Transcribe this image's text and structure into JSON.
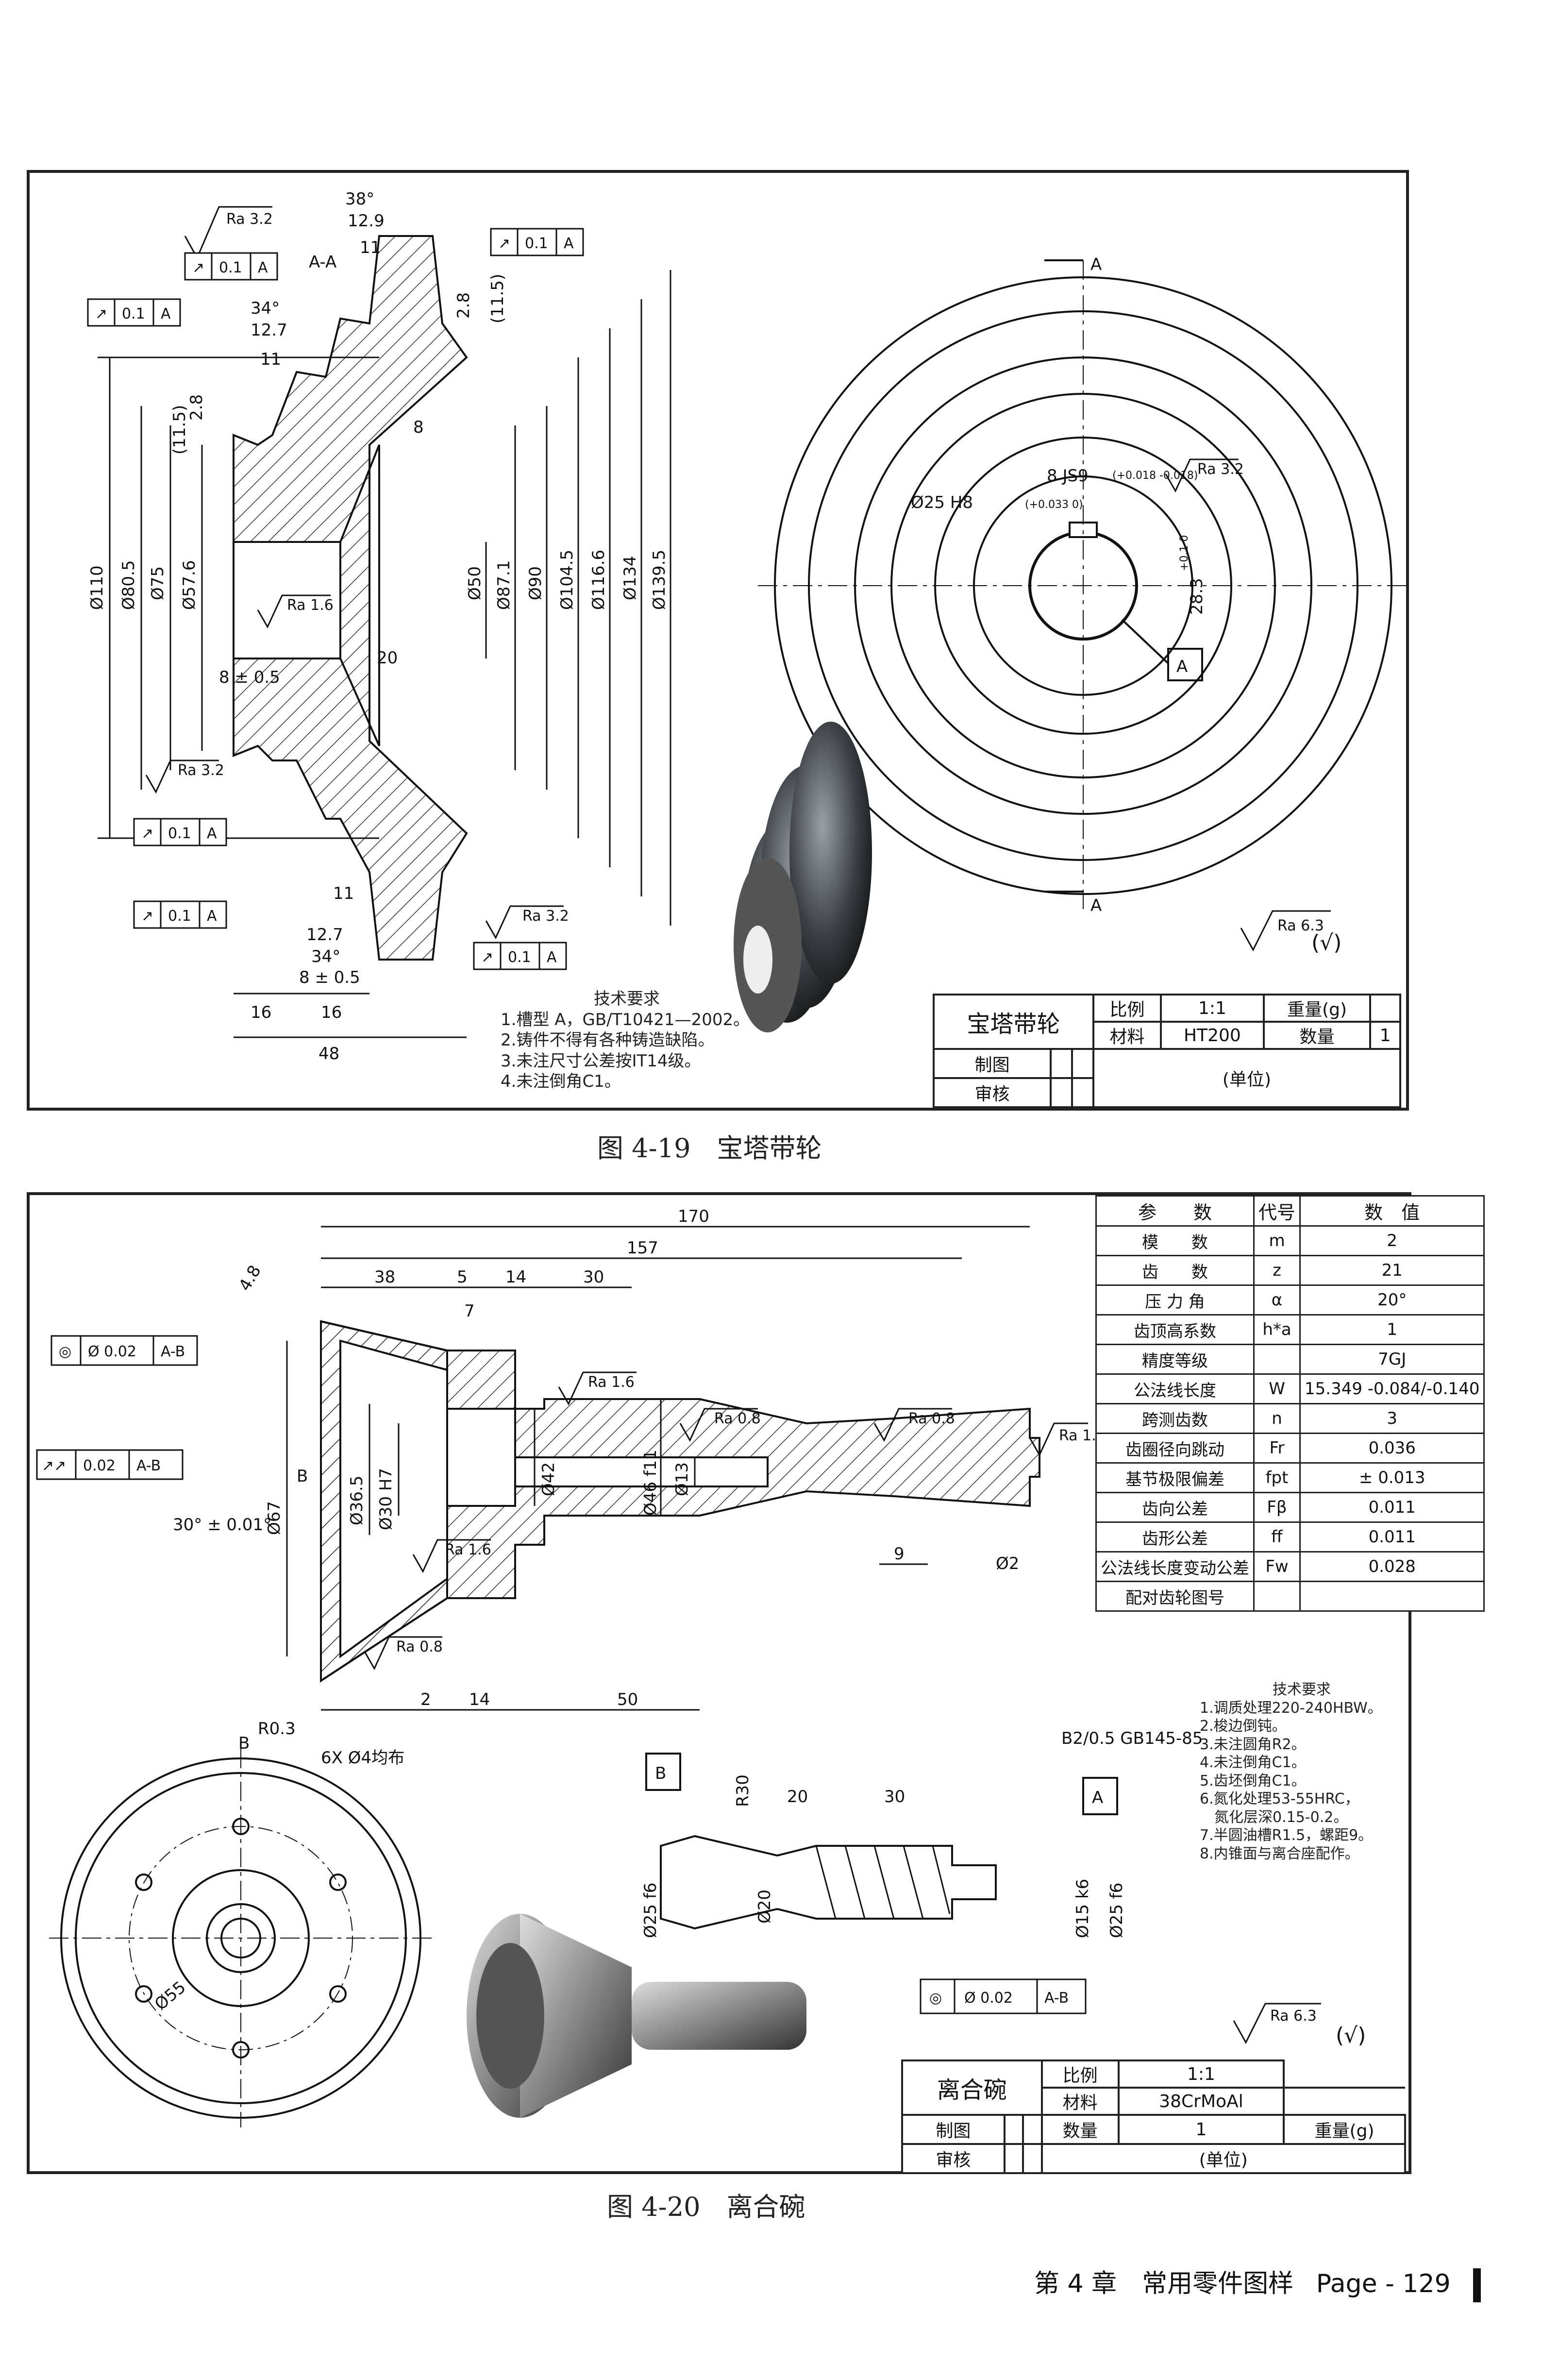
{
  "figure1": {
    "caption": "图 4-19　宝塔带轮",
    "section": "A-A",
    "dims": {
      "a38": "38°",
      "d129": "12.9",
      "d11": "11",
      "a34": "34°",
      "d127": "12.7",
      "d28": "2.8",
      "d115": "(11.5)",
      "d8": "8",
      "d20": "20",
      "d8pm": "8 ± 0.5",
      "d16": "16",
      "d48": "48",
      "dia110": "Ø110",
      "dia805": "Ø80.5",
      "dia75": "Ø75",
      "dia576": "Ø57.6",
      "dia50": "Ø50",
      "dia871": "Ø87.1",
      "dia90": "Ø90",
      "dia1045": "Ø104.5",
      "dia1166": "Ø116.6",
      "dia134": "Ø134",
      "dia1395": "Ø139.5",
      "hole": "Ø25 H8",
      "hole_tol": "(+0.033 0)",
      "key": "8 JS9",
      "key_tol": "(+0.018 -0.018)",
      "depth": "28.3",
      "depth_tol": "+0.1 0",
      "datum": "A",
      "cut": "A"
    },
    "ra": {
      "r32": "Ra 3.2",
      "r16": "Ra 1.6",
      "r63": "Ra 6.3"
    },
    "fcf": {
      "sym": "↗",
      "tol": "0.1",
      "datum": "A"
    },
    "notes_title": "技术要求",
    "notes": [
      "1.槽型 A，GB/T10421—2002。",
      "2.铸件不得有各种铸造缺陷。",
      "3.未注尺寸公差按IT14级。",
      "4.未注倒角C1。"
    ],
    "title_block": {
      "name": "宝塔带轮",
      "scale_label": "比例",
      "scale": "1:1",
      "weight_label": "重量(g)",
      "material_label": "材料",
      "material": "HT200",
      "qty_label": "数量",
      "qty": "1",
      "drawn": "制图",
      "checked": "审核",
      "unit": "(单位)"
    },
    "finish_other": "(√)"
  },
  "figure2": {
    "caption": "图 4-20　离合碗",
    "dims": {
      "d170": "170",
      "d157": "157",
      "d38": "38",
      "d5": "5",
      "d14": "14",
      "d30": "30",
      "d7": "7",
      "d48": "4.8",
      "ang": "30° ± 0.01°",
      "dia67": "Ø67",
      "dia365": "Ø36.5",
      "dia30": "Ø30 H7",
      "dia42": "Ø42",
      "dia46": "Ø46 f11",
      "dia13": "Ø13",
      "d2": "2",
      "d14b": "14",
      "d50": "50",
      "d9": "9",
      "dia2": "Ø2",
      "r03": "R0.3",
      "b": "B",
      "holes": "6X Ø4均布",
      "dia55": "Ø55",
      "center": "B2/0.5 GB145-85",
      "r30": "R30",
      "d20": "20",
      "d30b": "30",
      "dia25f6": "Ø25 f6",
      "dia20": "Ø20",
      "dia15k6": "Ø15 k6",
      "dia25f6b": "Ø25 f6",
      "da": "A",
      "db": "B"
    },
    "fcf": {
      "conc": "◎",
      "conc_tol": "Ø 0.02",
      "conc_datum": "A-B",
      "run": "↗↗",
      "run_tol": "0.02",
      "run_datum": "A-B"
    },
    "ra": {
      "r16": "Ra 1.6",
      "r08": "Ra 0.8",
      "r63": "Ra 6.3"
    },
    "params": {
      "headers": [
        "参　　数",
        "代号",
        "数　值"
      ],
      "rows": [
        [
          "模　　数",
          "m",
          "2"
        ],
        [
          "齿　　数",
          "z",
          "21"
        ],
        [
          "压 力 角",
          "α",
          "20°"
        ],
        [
          "齿顶高系数",
          "h*a",
          "1"
        ],
        [
          "精度等级",
          "",
          "7GJ"
        ],
        [
          "公法线长度",
          "W",
          "15.349 -0.084/-0.140"
        ],
        [
          "跨测齿数",
          "n",
          "3"
        ],
        [
          "齿圈径向跳动",
          "Fr",
          "0.036"
        ],
        [
          "基节极限偏差",
          "fpt",
          "± 0.013"
        ],
        [
          "齿向公差",
          "Fβ",
          "0.011"
        ],
        [
          "齿形公差",
          "ff",
          "0.011"
        ],
        [
          "公法线长度变动公差",
          "Fw",
          "0.028"
        ],
        [
          "配对齿轮图号",
          "",
          ""
        ]
      ]
    },
    "notes_title": "技术要求",
    "notes": [
      "1.调质处理220-240HBW。",
      "2.梭边倒钝。",
      "3.未注圆角R2。",
      "4.未注倒角C1。",
      "5.齿坯倒角C1。",
      "6.氮化处理53-55HRC，",
      "　氮化层深0.15-0.2。",
      "7.半圆油槽R1.5，螺距9。",
      "8.内锥面与离合座配作。"
    ],
    "title_block": {
      "name": "离合碗",
      "scale_label": "比例",
      "scale": "1:1",
      "material_label": "材料",
      "material": "38CrMoAl",
      "qty_label": "数量",
      "qty": "1",
      "weight_label": "重量(g)",
      "drawn": "制图",
      "checked": "审核",
      "unit": "(单位)"
    },
    "finish_other": "(√)"
  },
  "footer": {
    "chapter": "第 4 章　常用零件图样",
    "page": "Page - 129"
  }
}
